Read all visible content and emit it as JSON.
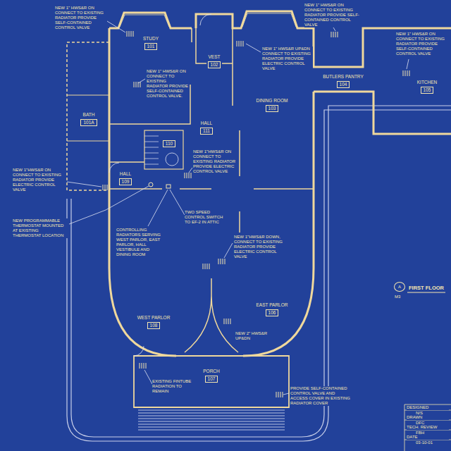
{
  "diagram": {
    "title": "FIRST FLOOR",
    "nodes": [
      {
        "text": [
          "STUDY",
          "101"
        ]
      },
      {
        "text": [
          "VEST",
          "102"
        ]
      },
      {
        "text": [
          "DINING ROOM",
          "103"
        ]
      },
      {
        "text": [
          "BUTLERS PANTRY",
          "104"
        ]
      },
      {
        "text": [
          "KITCHEN",
          "105"
        ]
      },
      {
        "text": [
          "BATH",
          "101A"
        ]
      },
      {
        "text": [
          "110"
        ]
      },
      {
        "text": [
          "HALL",
          "111"
        ]
      },
      {
        "text": [
          "HALL",
          "109"
        ]
      },
      {
        "text": [
          "EAST PARLOR",
          "106"
        ]
      },
      {
        "text": [
          "WEST PARLOR",
          "108"
        ]
      },
      {
        "text": [
          "PORCH",
          "107"
        ]
      }
    ],
    "labels": [
      "NEW 1\" HWS&R ON CONNECT TO EXISTING RADIATOR PROVIDE SELF-CONTAINED CONTROL VALVE",
      "NEW 1\" HWS&R ON CONNECT TO EXISTING RADIATOR PROVIDE SELF-CONTAINED CONTROL VALVE.",
      "NEW 1\" HWS&R UP&DN CONNECT TO EXISTING RADIATOR PROVIDE ELECTRIC CONTROL VALVE",
      "NEW 1\" HWS&R ON CONNECT TO EXISTING RADIATOR PROVIDE SELF-CONTAINED CONTROL VALVE",
      "NEW 1\" HWS&R ON CONNECT TO EXISTING RADIATOR PROVIDE SELF-CONTAINED CONTROL VALVE",
      "NEW 1\"HWS&R ON CONNECT TO EXISTING RADIATOR PROVIDE ELECTRIC CONTROL VALVE",
      "NEW 1\"HWS&R ON CONNECT TO EXISTING RADIATOR PROVIDE ELECTRIC CONTROL VALVE",
      "NEW PROGRAMMABLE THERMOSTAT MOUNTED AT EXISTING THERMOSTAT LOCATION",
      "CONTROLLING RADIATORS SERVING WEST PARLOR, EAST PARLOR, HALL VESTIBULE AND DINING ROOM",
      "TWO SPEED CONTROL SWITCH TO EF-2 IN ATTIC",
      "NEW 1\"HWS&R DOWN, CONNECT TO EXISTING RADIATOR PROVIDE ELECTRIC CONTROL VALVE",
      "NEW 2\" HWS&R UP&DN",
      "EXISTING FINTUBE RADIATION TO REMAIN",
      "PROVIDE SELF-CONTAINED CONTROL VALVE AND ACCESS COVER IN EXISTING RADIATOR COVER",
      "A",
      "M3",
      "DESIGNED",
      "N/S",
      "DRAWN",
      "DFC",
      "TECH. REVIEW",
      "FBH",
      "DATE",
      "03-10-01"
    ]
  }
}
